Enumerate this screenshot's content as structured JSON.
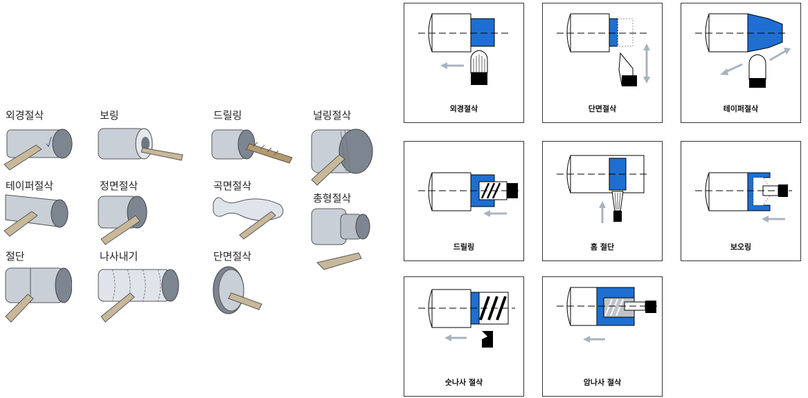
{
  "left_operations": [
    {
      "id": "od",
      "label": "외경절삭"
    },
    {
      "id": "boring",
      "label": "보링"
    },
    {
      "id": "drilling",
      "label": "드릴링"
    },
    {
      "id": "knurling",
      "label": "널링절삭"
    },
    {
      "id": "taper",
      "label": "테이퍼절삭"
    },
    {
      "id": "facing1",
      "label": "정면절삭"
    },
    {
      "id": "contour",
      "label": "곡면절삭"
    },
    {
      "id": "form",
      "label": "총형절삭"
    },
    {
      "id": "cutoff",
      "label": "절단"
    },
    {
      "id": "threading",
      "label": "나사내기"
    },
    {
      "id": "facing2",
      "label": "단면절삭"
    }
  ],
  "right_cards": [
    {
      "id": "c1",
      "caption": "외경절삭"
    },
    {
      "id": "c2",
      "caption": "단면절삭"
    },
    {
      "id": "c3",
      "caption": "테이퍼절삭"
    },
    {
      "id": "c4",
      "caption": "드릴링"
    },
    {
      "id": "c5",
      "caption": "홈 절단"
    },
    {
      "id": "c6",
      "caption": "보오링"
    },
    {
      "id": "c7",
      "caption": "숫나사 절삭"
    },
    {
      "id": "c8",
      "caption": "암나사 절삭"
    }
  ],
  "colors": {
    "workpiece_blue": "#1e6fd1",
    "tool": "#000000",
    "arrow": "#a9b3be",
    "stock": "#c9cfd6",
    "toolbit": "#c8b89a"
  }
}
